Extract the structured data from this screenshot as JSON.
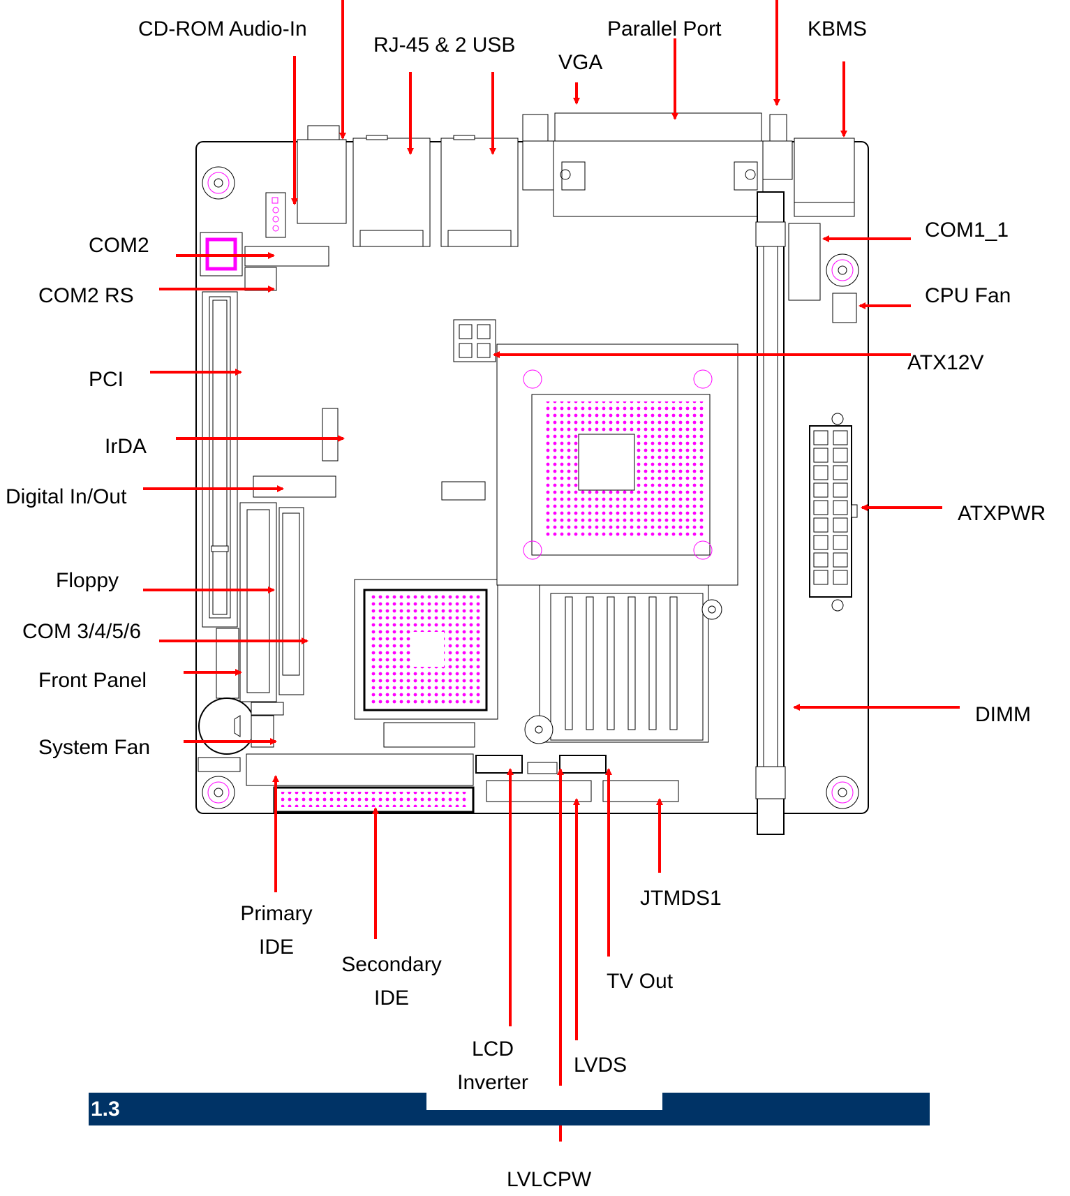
{
  "labels": {
    "cdrom_audio_in": "CD-ROM Audio-In",
    "rj45_usb": "RJ-45 & 2 USB",
    "parallel_port": "Parallel Port",
    "vga": "VGA",
    "kbms": "KBMS",
    "com2": "COM2",
    "com2_rs": "COM2 RS",
    "pci": "PCI",
    "irda": "IrDA",
    "digital_io": "Digital In/Out",
    "floppy": "Floppy",
    "com3456": "COM 3/4/5/6",
    "front_panel": "Front Panel",
    "system_fan": "System Fan",
    "com1_1": "COM1_1",
    "cpu_fan": "CPU Fan",
    "atx12v": "ATX12V",
    "atxpwr": "ATXPWR",
    "dimm": "DIMM",
    "primary_ide_1": "Primary",
    "primary_ide_2": "IDE",
    "secondary_ide_1": "Secondary",
    "secondary_ide_2": "IDE",
    "jtmds1": "JTMDS1",
    "tv_out": "TV Out",
    "lcd_inverter_1": "LCD",
    "lcd_inverter_2": "Inverter",
    "lvds": "LVDS",
    "lvlcpw": "LVLCPW"
  },
  "section": {
    "number": "1.3"
  },
  "colors": {
    "arrow": "#ff0000",
    "outline": "#000000",
    "pin": "#ff00ff",
    "section_bar": "#003366"
  }
}
